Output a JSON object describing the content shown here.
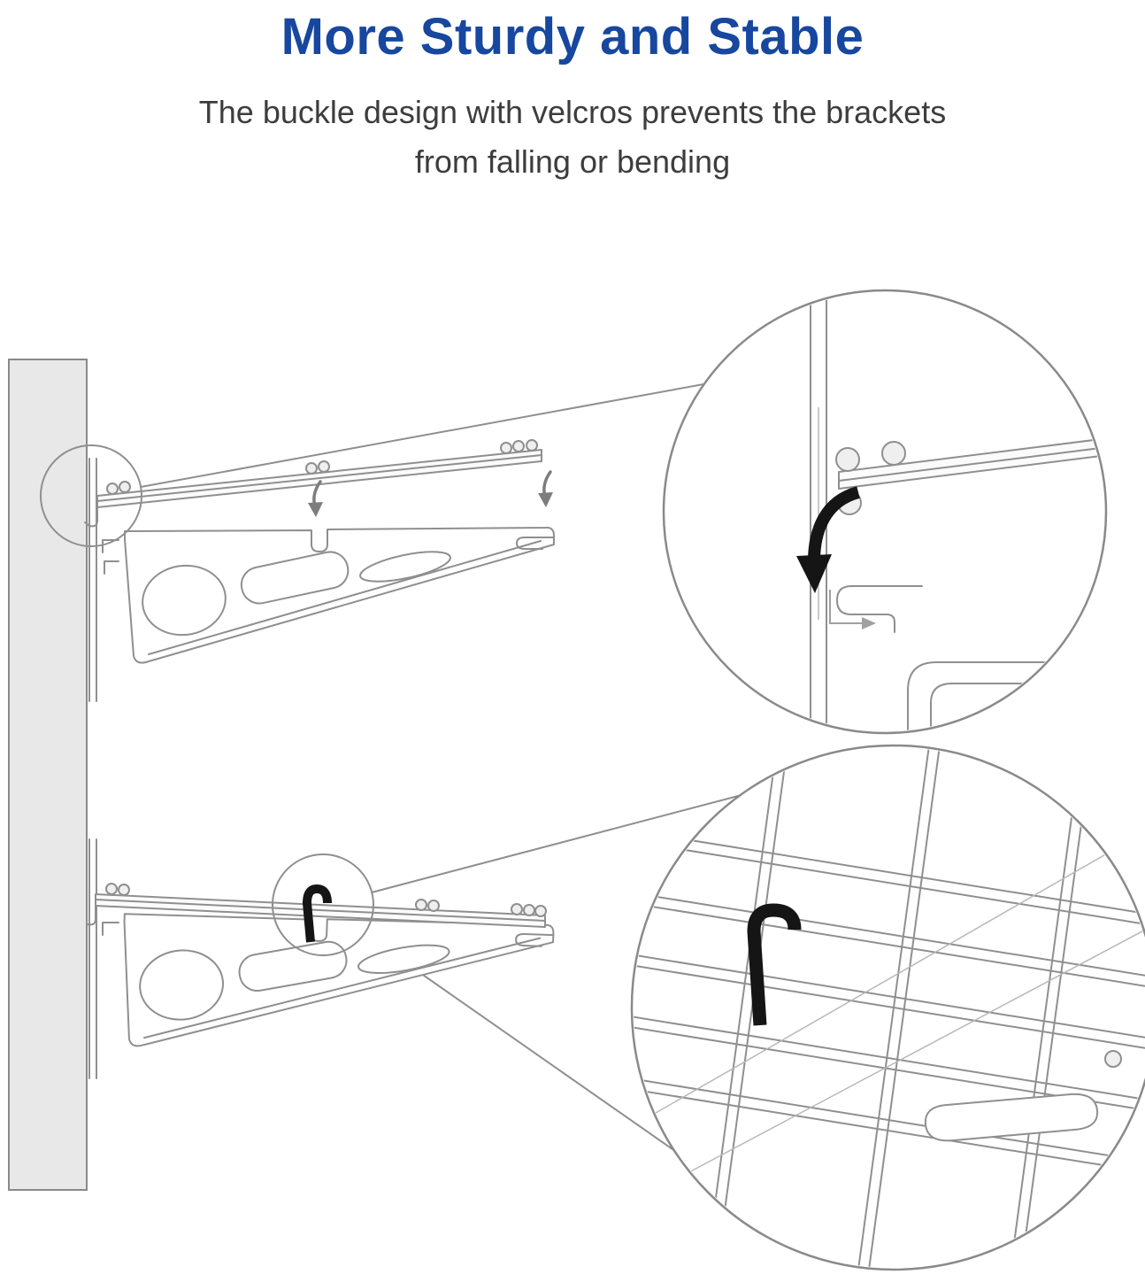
{
  "header": {
    "title": "More Sturdy and Stable",
    "subtitle_line1": "The buckle design with velcros prevents the brackets",
    "subtitle_line2": "from falling or bending"
  },
  "colors": {
    "title_blue": "#17479e",
    "subtitle_gray": "#3d3d3d",
    "outline_gray": "#8f8f8f",
    "strap_black": "#151515",
    "wall_fill": "#e8e8e8"
  },
  "illustration": {
    "callouts": [
      {
        "name": "buckle-detail",
        "shows": "buckle hook with down arrow"
      },
      {
        "name": "velcro-detail",
        "shows": "velcro strap on wire shelf"
      }
    ],
    "parts": [
      "wall-post",
      "upper-bracket-with-rail",
      "lower-bracket-assembled",
      "velcro-strap"
    ]
  }
}
